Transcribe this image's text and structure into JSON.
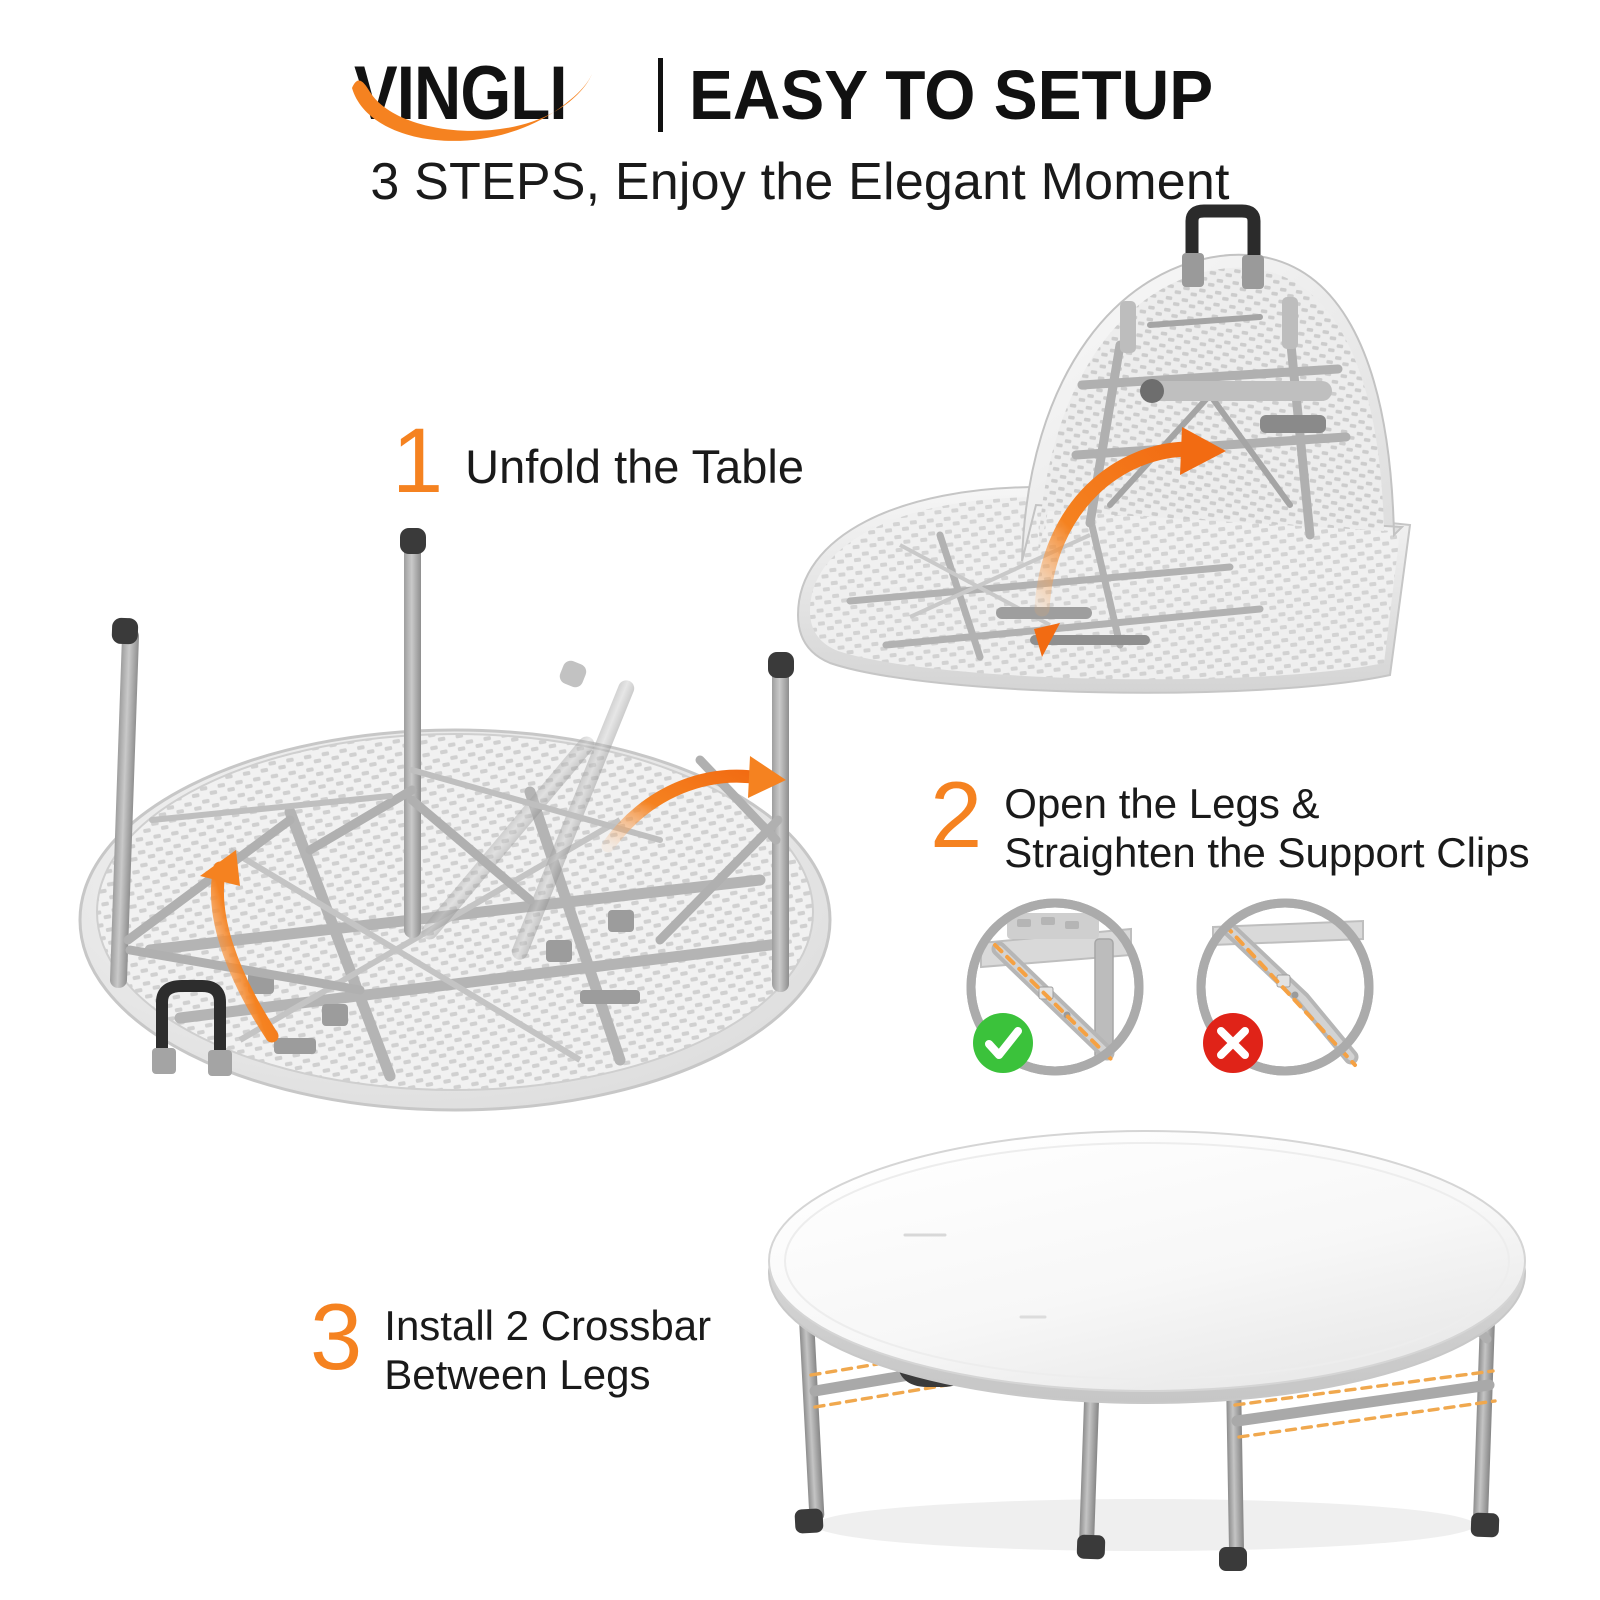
{
  "header": {
    "brand": "VINGLI",
    "divider": "|",
    "title": "EASY TO SETUP",
    "subtitle": "3 STEPS, Enjoy the Elegant Moment"
  },
  "steps": [
    {
      "number": "1",
      "label": "Unfold the Table",
      "illustration": "folded-round-table-opening",
      "arrow": "orange-curved-arrow-unfold"
    },
    {
      "number": "2",
      "label_line1": "Open the Legs &",
      "label_line2": "Straighten the Support Clips",
      "illustration": "table-upside-down-legs-opening",
      "insets": [
        {
          "badge": "check",
          "badge_color": "#3BC23B",
          "meaning": "support-clip-straight-correct"
        },
        {
          "badge": "cross",
          "badge_color": "#E02318",
          "meaning": "support-clip-bent-incorrect"
        }
      ]
    },
    {
      "number": "3",
      "label_line1": "Install 2 Crossbar",
      "label_line2": "Between Legs",
      "illustration": "assembled-round-folding-table",
      "guides": "orange-dashed-crossbar-lines"
    }
  ],
  "colors": {
    "brand_orange": "#F58220",
    "text_black": "#1a1a1a",
    "metal_gray": "#A8A8A8",
    "table_white": "#F2F2F2",
    "check_green": "#3BC23B",
    "cross_red": "#E02318",
    "background": "#FFFFFF"
  }
}
